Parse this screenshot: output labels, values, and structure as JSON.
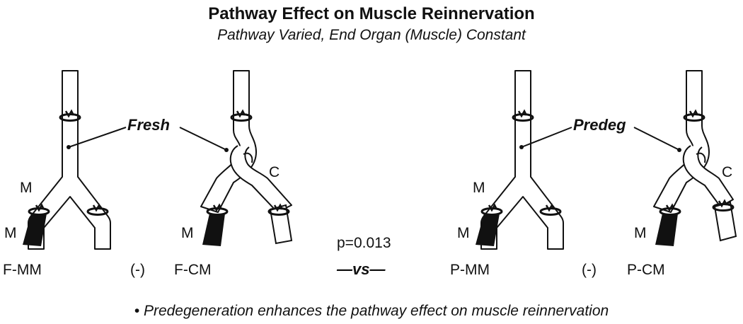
{
  "header": {
    "title": "Pathway Effect on Muscle Reinnervation",
    "subtitle": "Pathway Varied, End Organ (Muscle) Constant"
  },
  "labels": {
    "fresh": "Fresh",
    "predeg": "Predeg",
    "m": "M",
    "c": "C",
    "minus": "(-)",
    "p_value": "p=0.013",
    "vs": "—vs—"
  },
  "groups": [
    {
      "id": "F-MM",
      "name": "F-MM"
    },
    {
      "id": "F-CM",
      "name": "F-CM"
    },
    {
      "id": "P-MM",
      "name": "P-MM"
    },
    {
      "id": "P-CM",
      "name": "P-CM"
    }
  ],
  "footnote": "• Predegeneration enhances the pathway effect on muscle reinnervation",
  "colors": {
    "ink": "#111111",
    "background": "#ffffff"
  }
}
